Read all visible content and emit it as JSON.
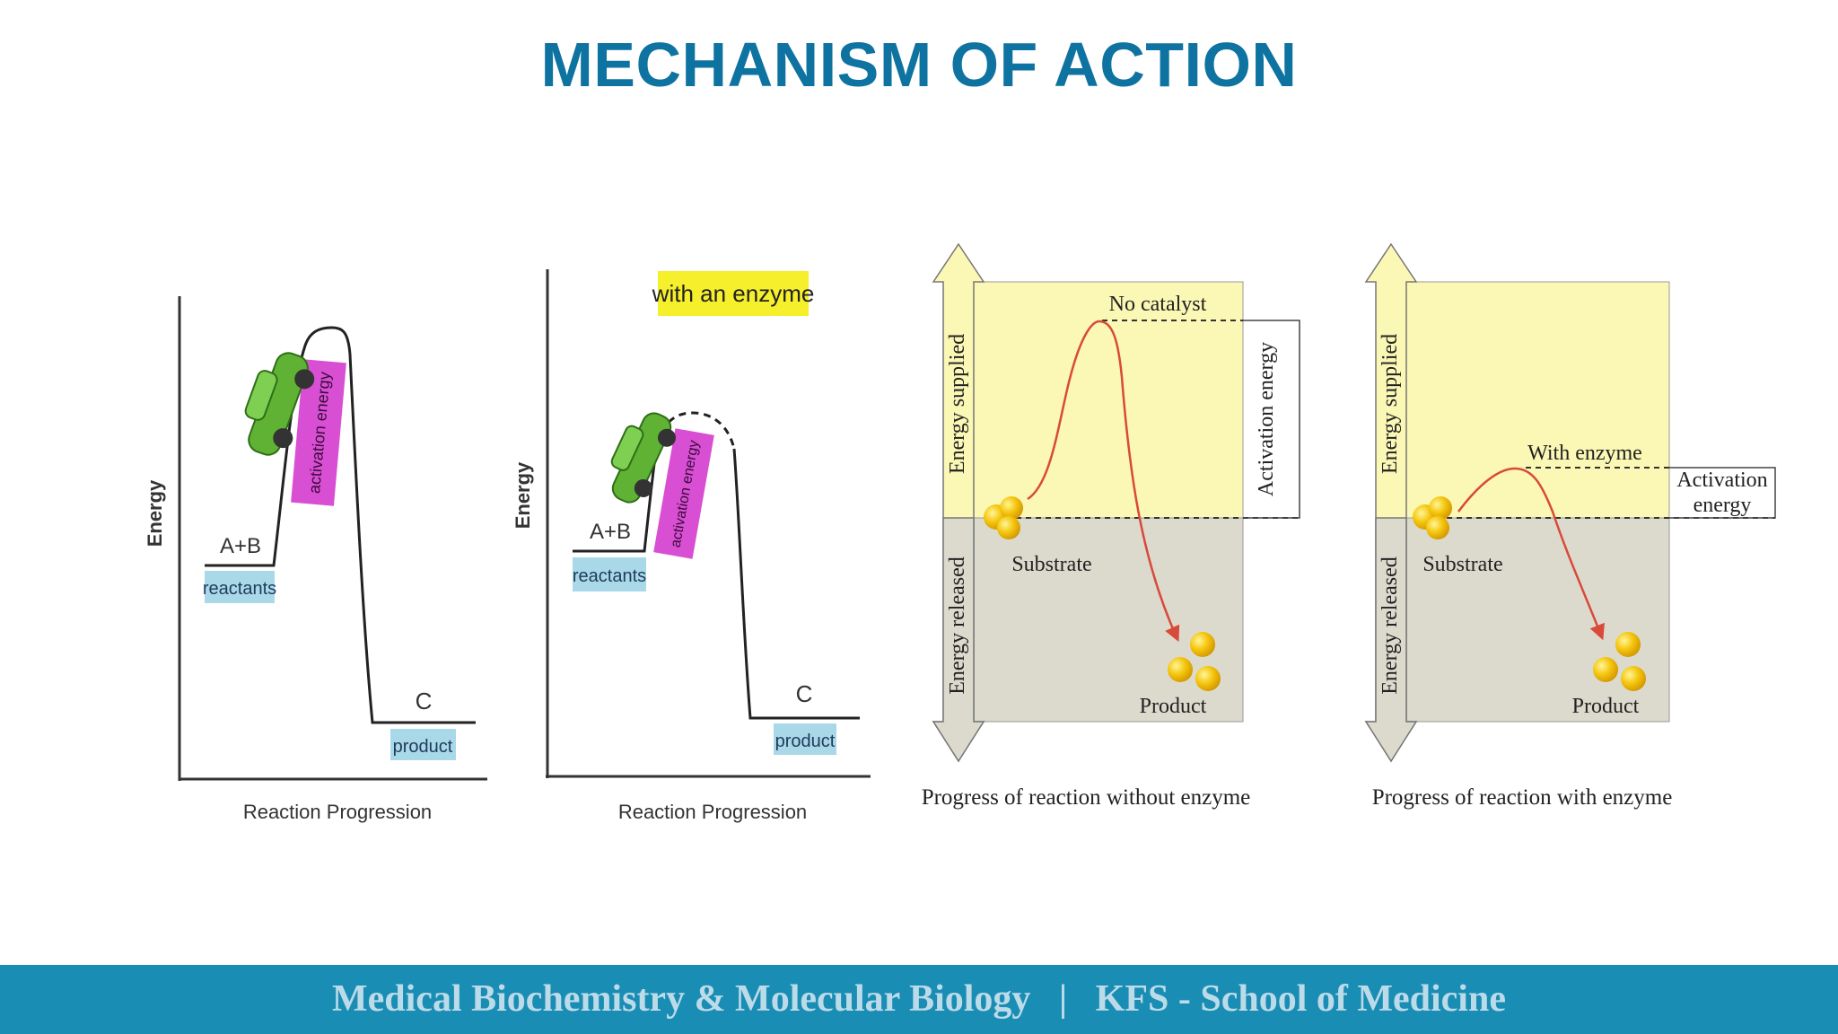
{
  "slide": {
    "title": "MECHANISM OF ACTION"
  },
  "diagram1": {
    "y_axis_label": "Energy",
    "x_axis_label": "Reaction Progression",
    "reactant_formula": "A+B",
    "reactant_tag": "reactants",
    "activation_tag": "activation energy",
    "product_letter": "C",
    "product_tag": "product",
    "colors": {
      "tag_blue": "#a9d8e8",
      "tag_magenta": "#d84fd4",
      "car": "#5fb233"
    }
  },
  "diagram2": {
    "banner": "with an enzyme",
    "y_axis_label": "Energy",
    "x_axis_label": "Reaction Progression",
    "reactant_formula": "A+B",
    "reactant_tag": "reactants",
    "activation_tag": "activation energy",
    "product_letter": "C",
    "product_tag": "product",
    "colors": {
      "banner": "#f5ef2c"
    }
  },
  "diagram3": {
    "energy_supplied": "Energy supplied",
    "energy_released": "Energy released",
    "peak_label": "No catalyst",
    "activation_label": "Activation energy",
    "substrate_label": "Substrate",
    "product_label": "Product",
    "caption": "Progress of reaction without enzyme",
    "colors": {
      "upper_panel": "#fbf7b4",
      "lower_panel": "#dcdacd",
      "curve": "#d84a3a",
      "molecule": "#f2c20f"
    }
  },
  "diagram4": {
    "energy_supplied": "Energy supplied",
    "energy_released": "Energy released",
    "peak_label": "With enzyme",
    "activation_label_line1": "Activation",
    "activation_label_line2": "energy",
    "substrate_label": "Substrate",
    "product_label": "Product",
    "caption": "Progress of reaction with enzyme"
  },
  "footer": {
    "left_text": "Medical Biochemistry & Molecular Biology",
    "separator": "|",
    "right_text": "KFS - School of Medicine"
  }
}
